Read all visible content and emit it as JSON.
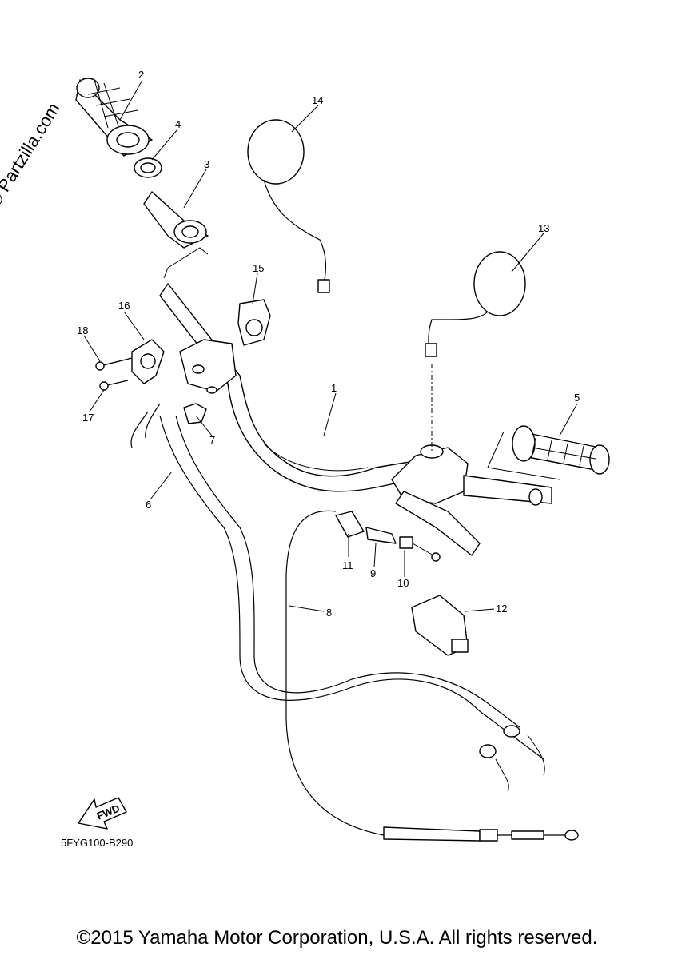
{
  "watermark": "© Partzilla.com",
  "diagram_code": "5FYG100-B290",
  "fwd_label": "FWD",
  "copyright": "©2015 Yamaha Motor Corporation, U.S.A. All rights reserved.",
  "callouts": [
    "1",
    "2",
    "3",
    "4",
    "5",
    "6",
    "7",
    "8",
    "9",
    "10",
    "11",
    "12",
    "13",
    "14",
    "15",
    "16",
    "17",
    "18"
  ]
}
